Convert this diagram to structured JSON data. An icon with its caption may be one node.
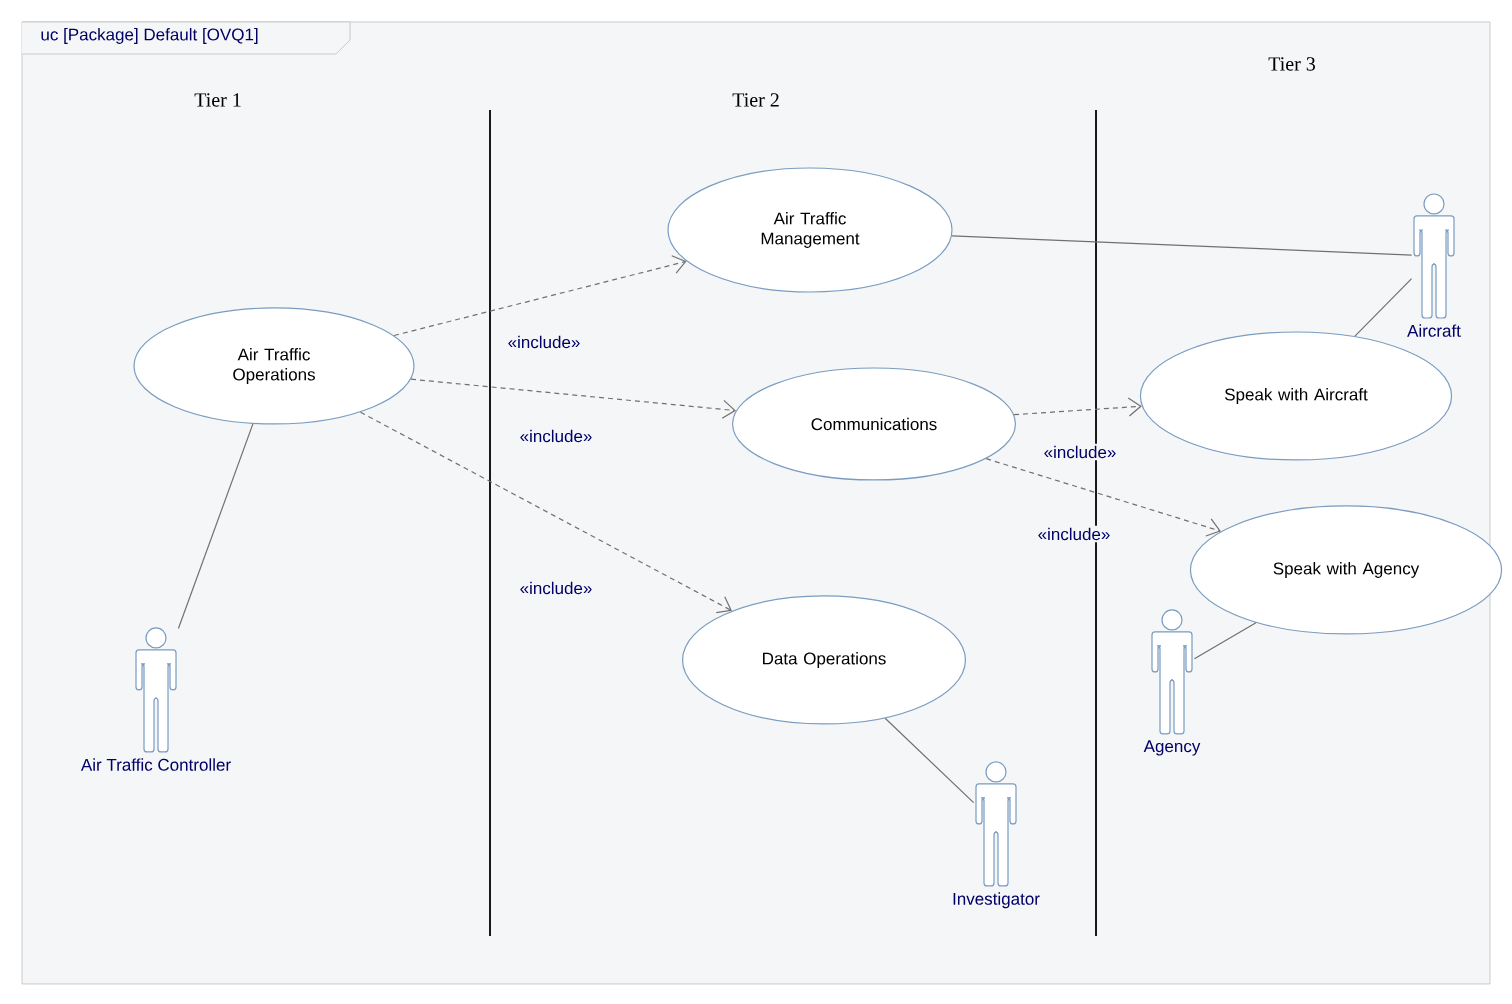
{
  "diagram": {
    "title": "uc [Package] Default [OVQ1]",
    "nodes": [
      {
        "text": [
          "Air Traffic Operations"
        ]
      },
      {
        "text": [
          "Air Traffic Management"
        ]
      },
      {
        "text": [
          "Communications"
        ]
      },
      {
        "text": [
          "Data Operations"
        ]
      },
      {
        "text": [
          "Speak with Aircraft"
        ]
      },
      {
        "text": [
          "Speak with Agency"
        ]
      },
      {
        "text": [
          "Air Traffic Controller"
        ]
      },
      {
        "text": [
          "Aircraft"
        ]
      },
      {
        "text": [
          "Investigator"
        ]
      },
      {
        "text": [
          "Agency"
        ]
      }
    ],
    "edges": [
      {
        "from": 0,
        "to": 1,
        "arrow": "to",
        "style": "dashed",
        "label": "«include»"
      },
      {
        "from": 0,
        "to": 2,
        "arrow": "to",
        "style": "dashed",
        "label": "«include»"
      },
      {
        "from": 0,
        "to": 3,
        "arrow": "to",
        "style": "dashed",
        "label": "«include»"
      },
      {
        "from": 2,
        "to": 4,
        "arrow": "to",
        "style": "dashed",
        "label": "«include»"
      },
      {
        "from": 2,
        "to": 5,
        "arrow": "to",
        "style": "dashed",
        "label": "«include»"
      },
      {
        "from": 0,
        "to": 6,
        "arrow": "none"
      },
      {
        "from": 1,
        "to": 7,
        "arrow": "none"
      },
      {
        "from": 4,
        "to": 7,
        "arrow": "none"
      },
      {
        "from": 3,
        "to": 8,
        "arrow": "none"
      },
      {
        "from": 5,
        "to": 9,
        "arrow": "none"
      }
    ],
    "labels": [
      "Tier 1",
      "Tier 2",
      "Tier 3"
    ]
  }
}
